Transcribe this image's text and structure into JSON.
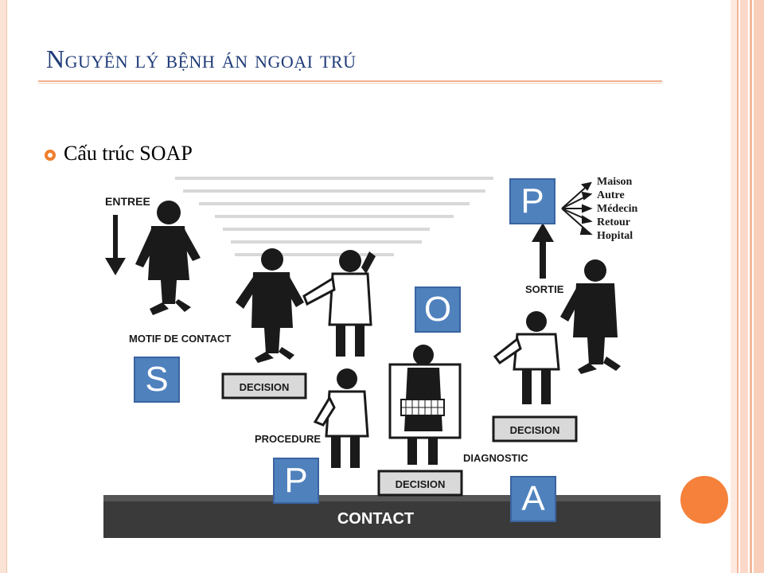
{
  "slide": {
    "title": "Nguyên lý bệnh án ngoại trú",
    "bullet_text": "Cấu trúc SOAP"
  },
  "figure": {
    "labels": {
      "entree": "ENTREE",
      "motif": "MOTIF DE CONTACT",
      "procedure": "PROCEDURE",
      "diagnostic": "DIAGNOSTIC",
      "sortie": "SORTIE",
      "contact": "CONTACT",
      "decision": "DECISION"
    },
    "outcomes": [
      "Maison",
      "Autre",
      "Médecin",
      "Retour",
      "Hopital"
    ],
    "soap_boxes": {
      "s": "S",
      "o": "O",
      "a": "A",
      "p_top": "P",
      "p_bottom": "P"
    }
  },
  "colors": {
    "title": "#1f3b78",
    "accent": "#f07f2e",
    "soap_box": "#4f81bd"
  }
}
